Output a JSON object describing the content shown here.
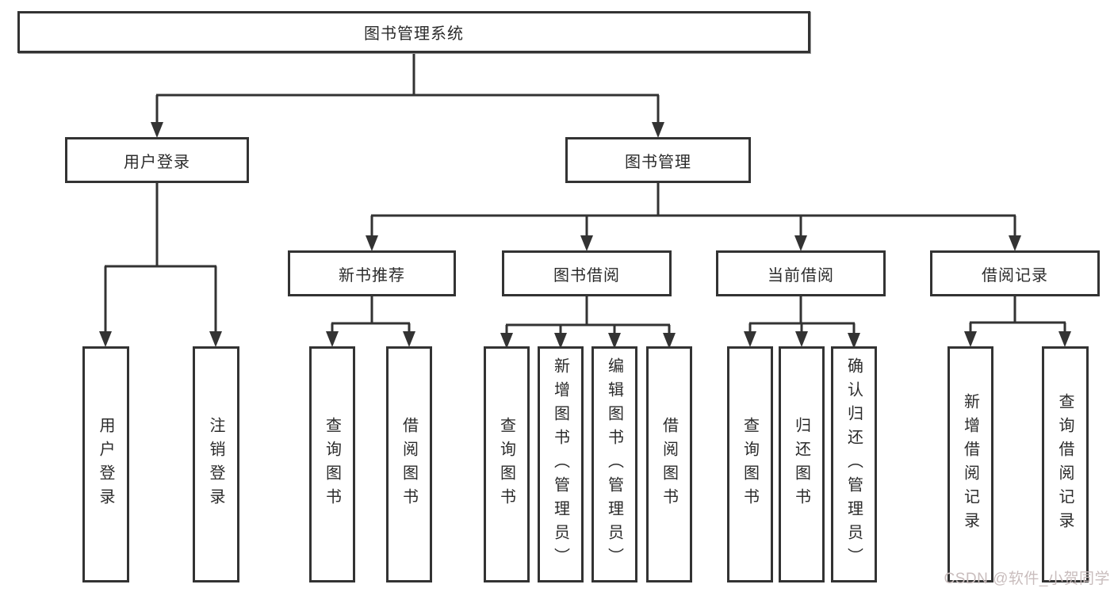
{
  "diagram_title": "图书管理系统",
  "nodes": {
    "root": "图书管理系统",
    "user_login": "用户登录",
    "book_mgmt": "图书管理",
    "new_book_rec": "新书推荐",
    "book_borrow": "图书借阅",
    "current_borrow": "当前借阅",
    "borrow_record": "借阅记录",
    "leaf_user_login": "用户登录",
    "leaf_logout_login": "注销登录",
    "leaf_query_book_rec": "查询图书",
    "leaf_borrow_book_rec": "借阅图书",
    "leaf_query_book_borrow": "查询图书",
    "leaf_add_book_admin": "新增图书（管理员）",
    "leaf_edit_book_admin": "编辑图书（管理员）",
    "leaf_borrow_book_borrow": "借阅图书",
    "leaf_query_book_current": "查询图书",
    "leaf_return_book": "归还图书",
    "leaf_confirm_return_admin": "确认归还（管理员）",
    "leaf_add_borrow_record": "新增借阅记录",
    "leaf_query_borrow_record": "查询借阅记录"
  },
  "hierarchy": [
    {
      "parent": "图书管理系统",
      "children": [
        "用户登录",
        "图书管理"
      ]
    },
    {
      "parent": "用户登录",
      "children": [
        "用户登录",
        "注销登录"
      ]
    },
    {
      "parent": "图书管理",
      "children": [
        "新书推荐",
        "图书借阅",
        "当前借阅",
        "借阅记录"
      ]
    },
    {
      "parent": "新书推荐",
      "children": [
        "查询图书",
        "借阅图书"
      ]
    },
    {
      "parent": "图书借阅",
      "children": [
        "查询图书",
        "新增图书（管理员）",
        "编辑图书（管理员）",
        "借阅图书"
      ]
    },
    {
      "parent": "当前借阅",
      "children": [
        "查询图书",
        "归还图书",
        "确认归还（管理员）"
      ]
    },
    {
      "parent": "借阅记录",
      "children": [
        "新增借阅记录",
        "查询借阅记录"
      ]
    }
  ],
  "watermark": {
    "text": "CSDN @软件_小贺同学"
  },
  "colors": {
    "line": "#333333",
    "box_border": "#333333",
    "text": "#2b2b2b",
    "watermark": "#c9bdbd",
    "background": "#ffffff"
  }
}
